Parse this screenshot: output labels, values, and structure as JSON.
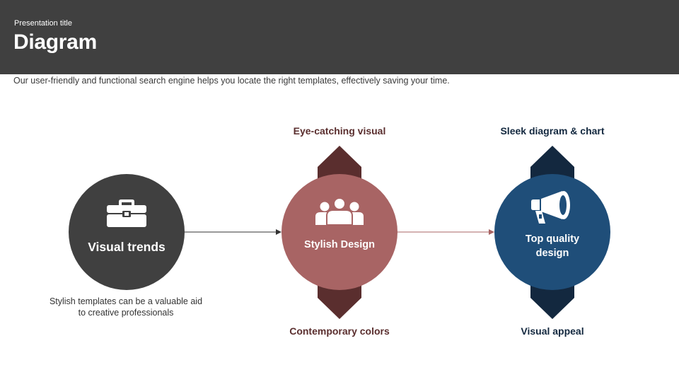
{
  "header": {
    "presentation_title": "Presentation title",
    "title": "Diagram"
  },
  "subtitle": "Our user-friendly and functional search engine helps you locate the right templates, effectively saving your time.",
  "nodes": [
    {
      "label": "Visual trends",
      "icon": "briefcase-icon",
      "color": "#404040",
      "description": "Stylish templates can be a valuable aid to creative professionals"
    },
    {
      "label": "Stylish Design",
      "icon": "people-icon",
      "color": "#a86464",
      "accent": "#5a2e2e",
      "top_caption": "Eye-catching visual",
      "bottom_caption": "Contemporary colors"
    },
    {
      "label": "Top quality design",
      "icon": "megaphone-icon",
      "color": "#1f4e79",
      "accent": "#13283f",
      "top_caption": "Sleek diagram & chart",
      "bottom_caption": "Visual appeal"
    }
  ],
  "colors": {
    "header_bg": "#404040",
    "arrow_dark": "#333333",
    "arrow_rose": "#a86464"
  }
}
